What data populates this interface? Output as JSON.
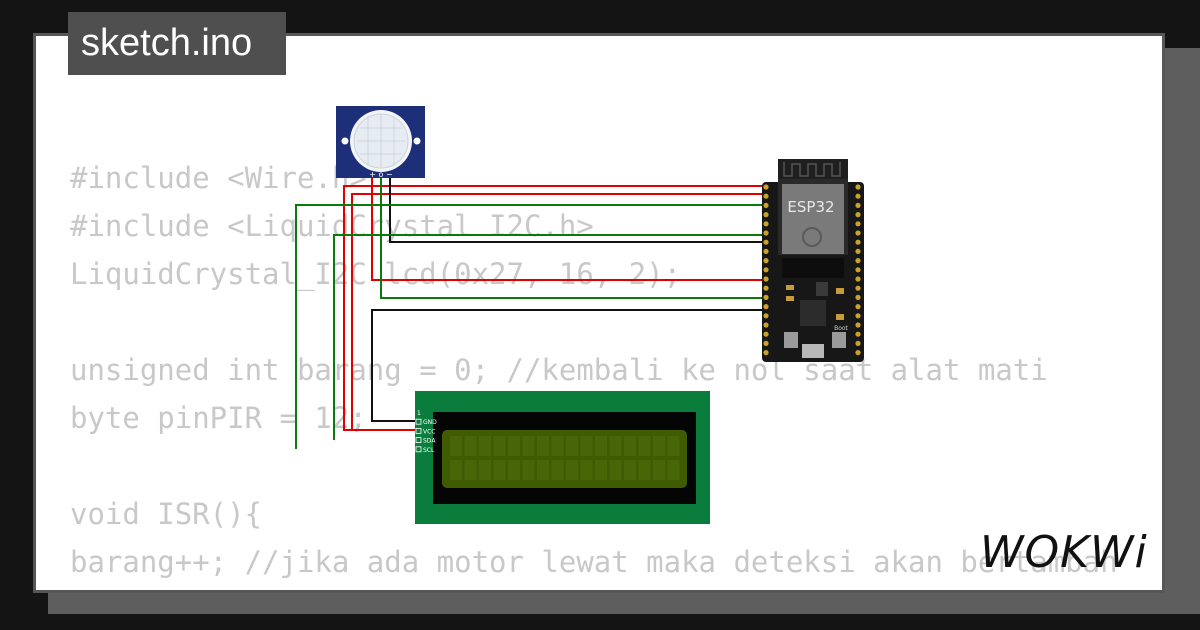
{
  "tab": {
    "title": "sketch.ino"
  },
  "code_lines": [
    "#include <Wire.h>",
    "#include <LiquidCrystal_I2C.h>",
    "LiquidCrystal_I2C lcd(0x27, 16, 2);",
    "",
    "unsigned int barang = 0; //kembali ke nol saat alat mati",
    "byte pinPIR = 12;",
    "",
    "void ISR(){",
    "barang++; //jika ada motor lewat maka deteksi akan bertambah",
    "}"
  ],
  "pir": {
    "pins": "+ o −"
  },
  "esp32": {
    "label": "ESP32",
    "boot_label": "Boot"
  },
  "lcd": {
    "pins": [
      "1",
      "GND",
      "VCC",
      "SDA",
      "SCL"
    ]
  },
  "brand": {
    "logo": "WOKWi"
  },
  "colors": {
    "wire_red": "#e00000",
    "wire_green": "#0a7a0a",
    "wire_black": "#111111",
    "lcd_board": "#0a7d3c",
    "lcd_screen": "#3f5c02",
    "pir_board": "#1c2f78"
  }
}
